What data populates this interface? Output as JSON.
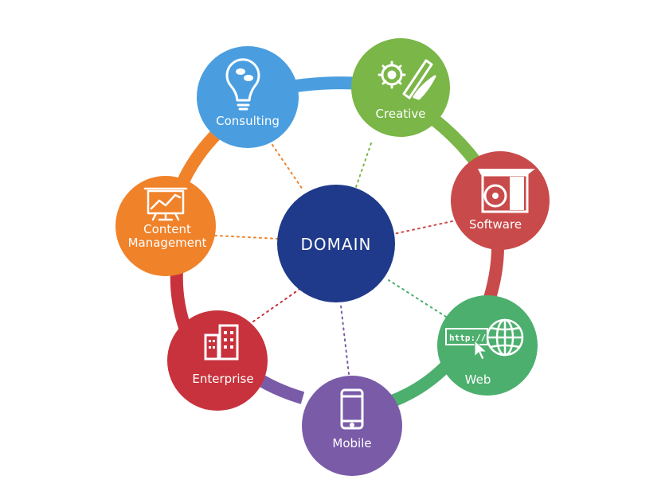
{
  "center": {
    "label": "DOMAIN",
    "color": "#1f3a8a"
  },
  "nodes": {
    "consulting": {
      "label": "Consulting",
      "color": "#4a9ee0",
      "icon": "lightbulb-chat-icon"
    },
    "creative": {
      "label": "Creative",
      "color": "#7ab648",
      "icon": "gear-pencil-brush-icon"
    },
    "software": {
      "label": "Software",
      "color": "#c94a4a",
      "icon": "software-box-disc-icon"
    },
    "web": {
      "label": "Web",
      "color": "#4caf6e",
      "icon": "globe-url-cursor-icon",
      "url_text": "http://"
    },
    "mobile": {
      "label": "Mobile",
      "color": "#7a5ba8",
      "icon": "smartphone-icon"
    },
    "enterprise": {
      "label": "Enterprise",
      "color": "#c8323c",
      "icon": "office-building-icon"
    },
    "content": {
      "label_line1": "Content",
      "label_line2": "Management",
      "color": "#f0822a",
      "icon": "presentation-chart-icon"
    }
  },
  "ring_colors": {
    "consulting_creative": "#4a9ee0",
    "creative_software": "#7ab648",
    "software_web": "#c94a4a",
    "web_mobile": "#4caf6e",
    "mobile_enterprise": "#7a5ba8",
    "enterprise_content": "#c8323c",
    "content_consulting": "#f0822a"
  }
}
